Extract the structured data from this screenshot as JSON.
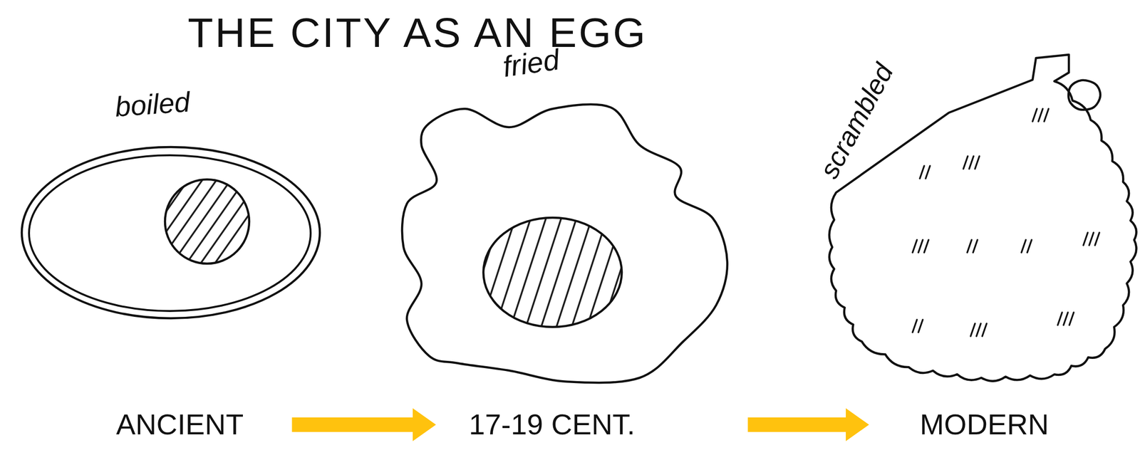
{
  "diagram": {
    "title": "THE CITY AS AN EGG",
    "nodes": [
      {
        "text": [
          "boiled",
          "ANCIENT"
        ]
      },
      {
        "text": [
          "fried",
          "17-19 CENT."
        ]
      },
      {
        "text": [
          "scrambled",
          "MODERN"
        ]
      }
    ],
    "edges": [
      {
        "from": 0,
        "to": 1,
        "arrow": "to"
      },
      {
        "from": 1,
        "to": 2,
        "arrow": "to"
      }
    ]
  }
}
